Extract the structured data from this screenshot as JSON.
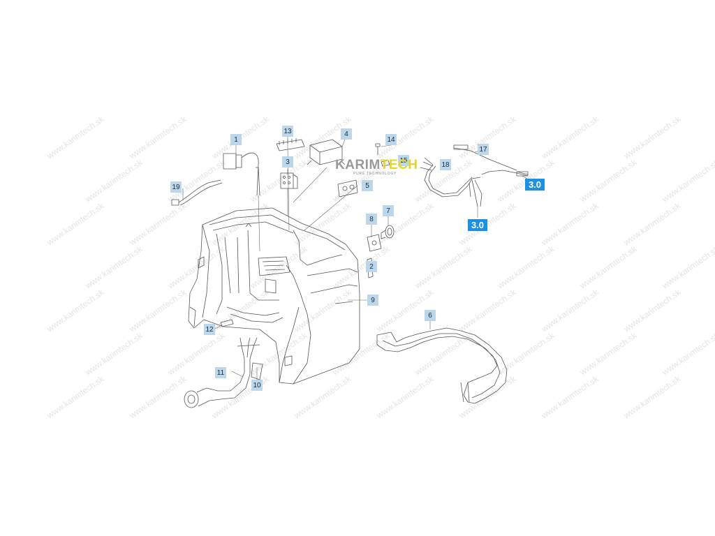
{
  "callouts": {
    "c1": "1",
    "c2": "2",
    "c3": "3",
    "c4": "4",
    "c5": "5",
    "c6": "6",
    "c7": "7",
    "c8": "8",
    "c9": "9",
    "c10": "10",
    "c11": "11",
    "c12": "12",
    "c13": "13",
    "c14": "14",
    "c15": "15",
    "c17": "17",
    "c18": "18",
    "c19": "19"
  },
  "refs": {
    "r1": "3.0",
    "r2": "3.0"
  },
  "logo": {
    "brand_left": "KARIM",
    "brand_right": "TECH",
    "tagline": "PURE TECHNOLOGY"
  },
  "watermark": "www.karimtech.sk",
  "colors": {
    "callout_bg": "#bcd6ea",
    "ref_bg": "#1e90e0",
    "line": "#555555",
    "logo_accent": "#e7d52a"
  }
}
